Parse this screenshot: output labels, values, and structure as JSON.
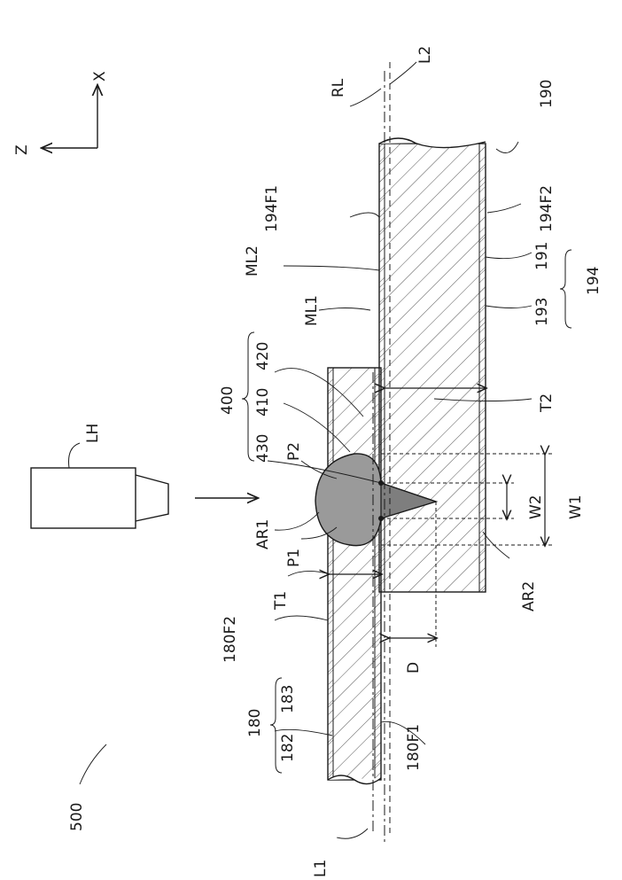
{
  "figure_labels": {
    "axis_x": "X",
    "axis_z": "Z",
    "laser_head": "LH",
    "assembly": "500",
    "member_190": "190",
    "member_180": "180",
    "part_182": "182",
    "part_183": "183",
    "part_191": "191",
    "part_193": "193",
    "part_194": "194",
    "surface_194F1": "194F1",
    "surface_194F2": "194F2",
    "surface_180F1": "180F1",
    "surface_180F2": "180F2",
    "weld_400": "400",
    "weld_410": "410",
    "weld_420": "420",
    "weld_430": "430",
    "line_RL": "RL",
    "line_L1": "L1",
    "line_L2": "L2",
    "line_ML1": "ML1",
    "line_ML2": "ML2",
    "point_P1": "P1",
    "point_P2": "P2",
    "area_AR1": "AR1",
    "area_AR2": "AR2",
    "dim_T1": "T1",
    "dim_T2": "T2",
    "dim_W1": "W1",
    "dim_W2": "W2",
    "dim_D": "D"
  }
}
